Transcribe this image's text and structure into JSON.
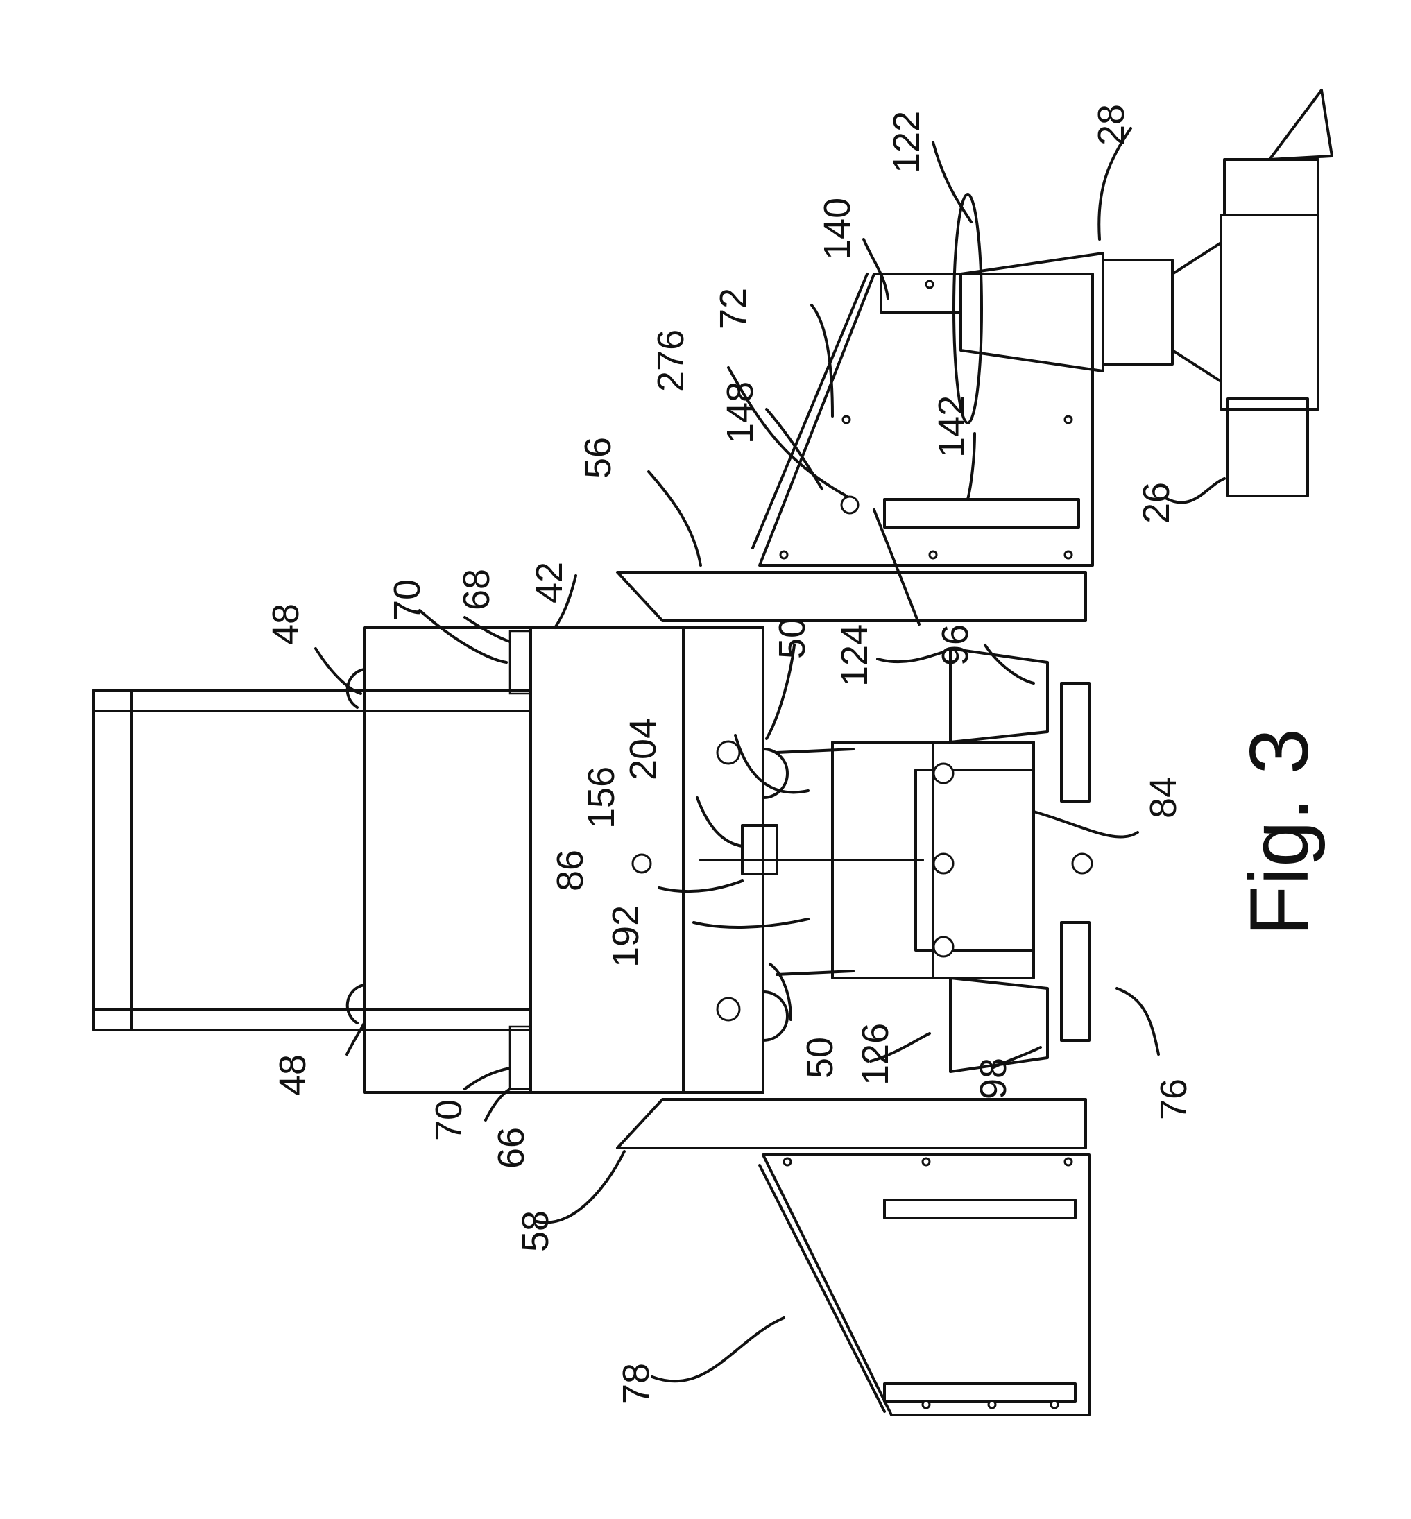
{
  "figure": {
    "title": "Fig. 3"
  },
  "labels": {
    "l26": "26",
    "l28": "28",
    "l122": "122",
    "l140": "140",
    "l72": "72",
    "l276": "276",
    "l148": "148",
    "l142": "142",
    "l56": "56",
    "l68": "68",
    "l70a": "70",
    "l42": "42",
    "l48a": "48",
    "l50a": "50",
    "l124": "124",
    "l96": "96",
    "l204": "204",
    "l156": "156",
    "l86": "86",
    "l192": "192",
    "l84": "84",
    "l48b": "48",
    "l70b": "70",
    "l66": "66",
    "l58": "58",
    "l50b": "50",
    "l126": "126",
    "l98": "98",
    "l76": "76",
    "l78": "78"
  }
}
